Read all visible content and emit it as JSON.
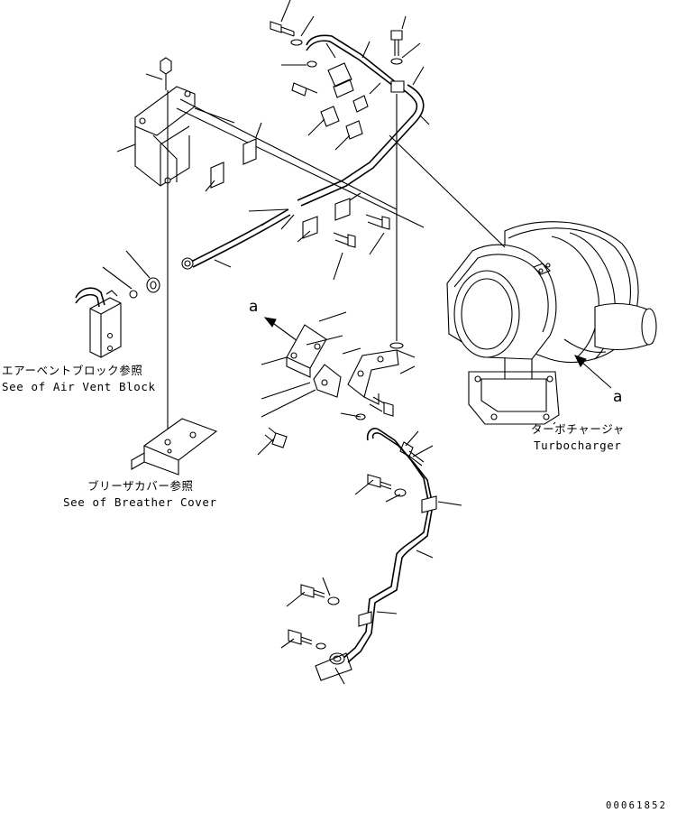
{
  "callouts": {
    "air_vent_jp": "エアーベントブロック参照",
    "air_vent_en": "See of Air Vent Block",
    "breather_jp": "ブリーザカバー参照",
    "breather_en": "See of Breather Cover",
    "turbo_jp": "ターボチャージャ",
    "turbo_en": "Turbocharger"
  },
  "view_refs": {
    "upper": "a",
    "lower": "a"
  },
  "drawing_code": "00061852"
}
